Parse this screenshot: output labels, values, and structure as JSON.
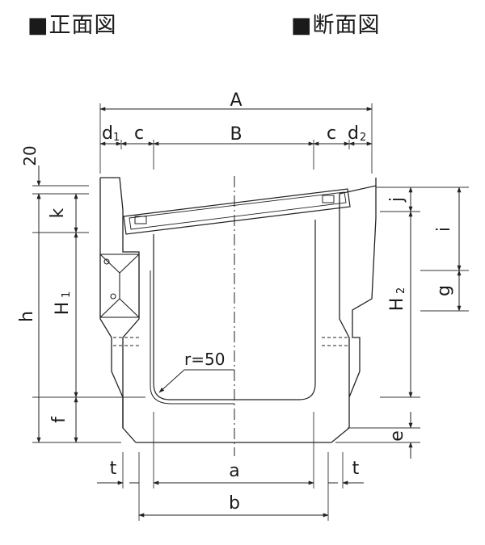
{
  "headings": {
    "front_view": "■正面図",
    "section_view": "■断面図"
  },
  "dimensions": {
    "A": "A",
    "B": "B",
    "c_left": "c",
    "c_right": "c",
    "d1": "d",
    "d1_sub": "1",
    "d2": "d",
    "d2_sub": "2",
    "top_20": "20",
    "k": "k",
    "h": "h",
    "H1": "H",
    "H1_sub": "1",
    "f": "f",
    "j": "j",
    "i": "i",
    "g": "g",
    "H2": "H",
    "H2_sub": "2",
    "e": "e",
    "t_left": "t",
    "t_right": "t",
    "a": "a",
    "b": "b",
    "radius": "r=50"
  }
}
